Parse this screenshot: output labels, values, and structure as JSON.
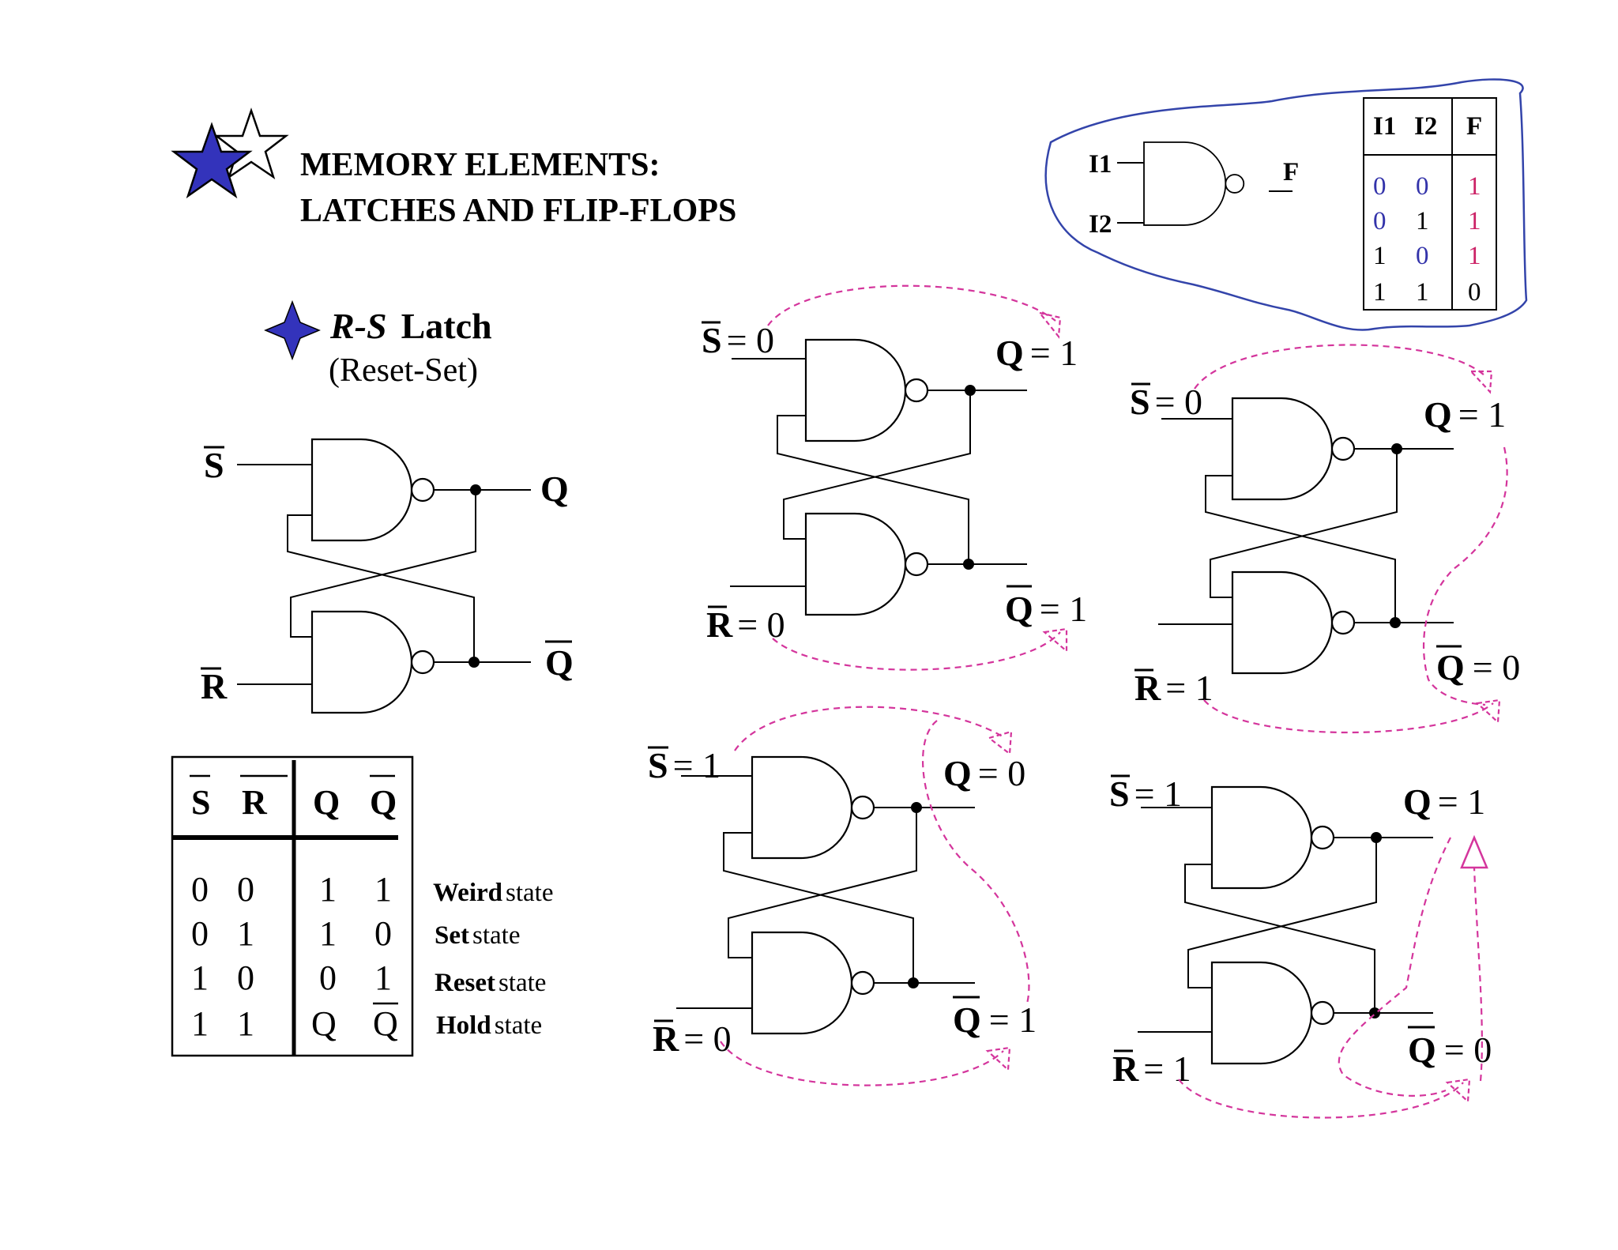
{
  "title": {
    "line1": "MEMORY ELEMENTS:",
    "line2": "LATCHES AND FLIP-FLOPS"
  },
  "subtitle": {
    "name": "R-S",
    "word": "Latch",
    "paren": "(Reset-Set)"
  },
  "colors": {
    "star_fill": "#3333bb",
    "outline_blue": "#3344aa",
    "dash_pink": "#d4359c",
    "truth_blue": "#3333aa",
    "truth_red": "#cc2266"
  },
  "icons": [
    "filled-star-icon",
    "outline-star-icon",
    "four-point-star-icon"
  ],
  "main_latch": {
    "s": "S",
    "r": "R",
    "q": "Q",
    "qbar": "Q"
  },
  "rs_table": {
    "headers": [
      "S",
      "R",
      "Q",
      "Q"
    ],
    "rows": [
      {
        "s": "0",
        "r": "0",
        "q": "1",
        "qb": "1",
        "state_bold": "Weird",
        "state": "state"
      },
      {
        "s": "0",
        "r": "1",
        "q": "1",
        "qb": "0",
        "state_bold": "Set",
        "state": "state"
      },
      {
        "s": "1",
        "r": "0",
        "q": "0",
        "qb": "1",
        "state_bold": "Reset",
        "state": "state"
      },
      {
        "s": "1",
        "r": "1",
        "q": "Q",
        "qb": "Q",
        "state_bold": "Hold",
        "state": "state"
      }
    ]
  },
  "nand_truth": {
    "in1": "I1",
    "in2": "I2",
    "out": "F",
    "headers": [
      "I1",
      "I2",
      "F"
    ],
    "rows": [
      [
        "0",
        "0",
        "1"
      ],
      [
        "0",
        "1",
        "1"
      ],
      [
        "1",
        "0",
        "1"
      ],
      [
        "1",
        "1",
        "0"
      ]
    ]
  },
  "examples": [
    {
      "s": "S",
      "s_val": "= 0",
      "r": "R",
      "r_val": "= 0",
      "q": "Q",
      "q_val": "= 1",
      "qb": "Q",
      "qb_val": "= 1"
    },
    {
      "s": "S",
      "s_val": "= 0",
      "r": "R",
      "r_val": "= 1",
      "q": "Q",
      "q_val": "= 1",
      "qb": "Q",
      "qb_val": "= 0"
    },
    {
      "s": "S",
      "s_val": "= 1",
      "r": "R",
      "r_val": "= 0",
      "q": "Q",
      "q_val": "= 0",
      "qb": "Q",
      "qb_val": "= 1"
    },
    {
      "s": "S",
      "s_val": "= 1",
      "r": "R",
      "r_val": "= 1",
      "q": "Q",
      "q_val": "= 1",
      "qb": "Q",
      "qb_val": "= 0"
    }
  ]
}
